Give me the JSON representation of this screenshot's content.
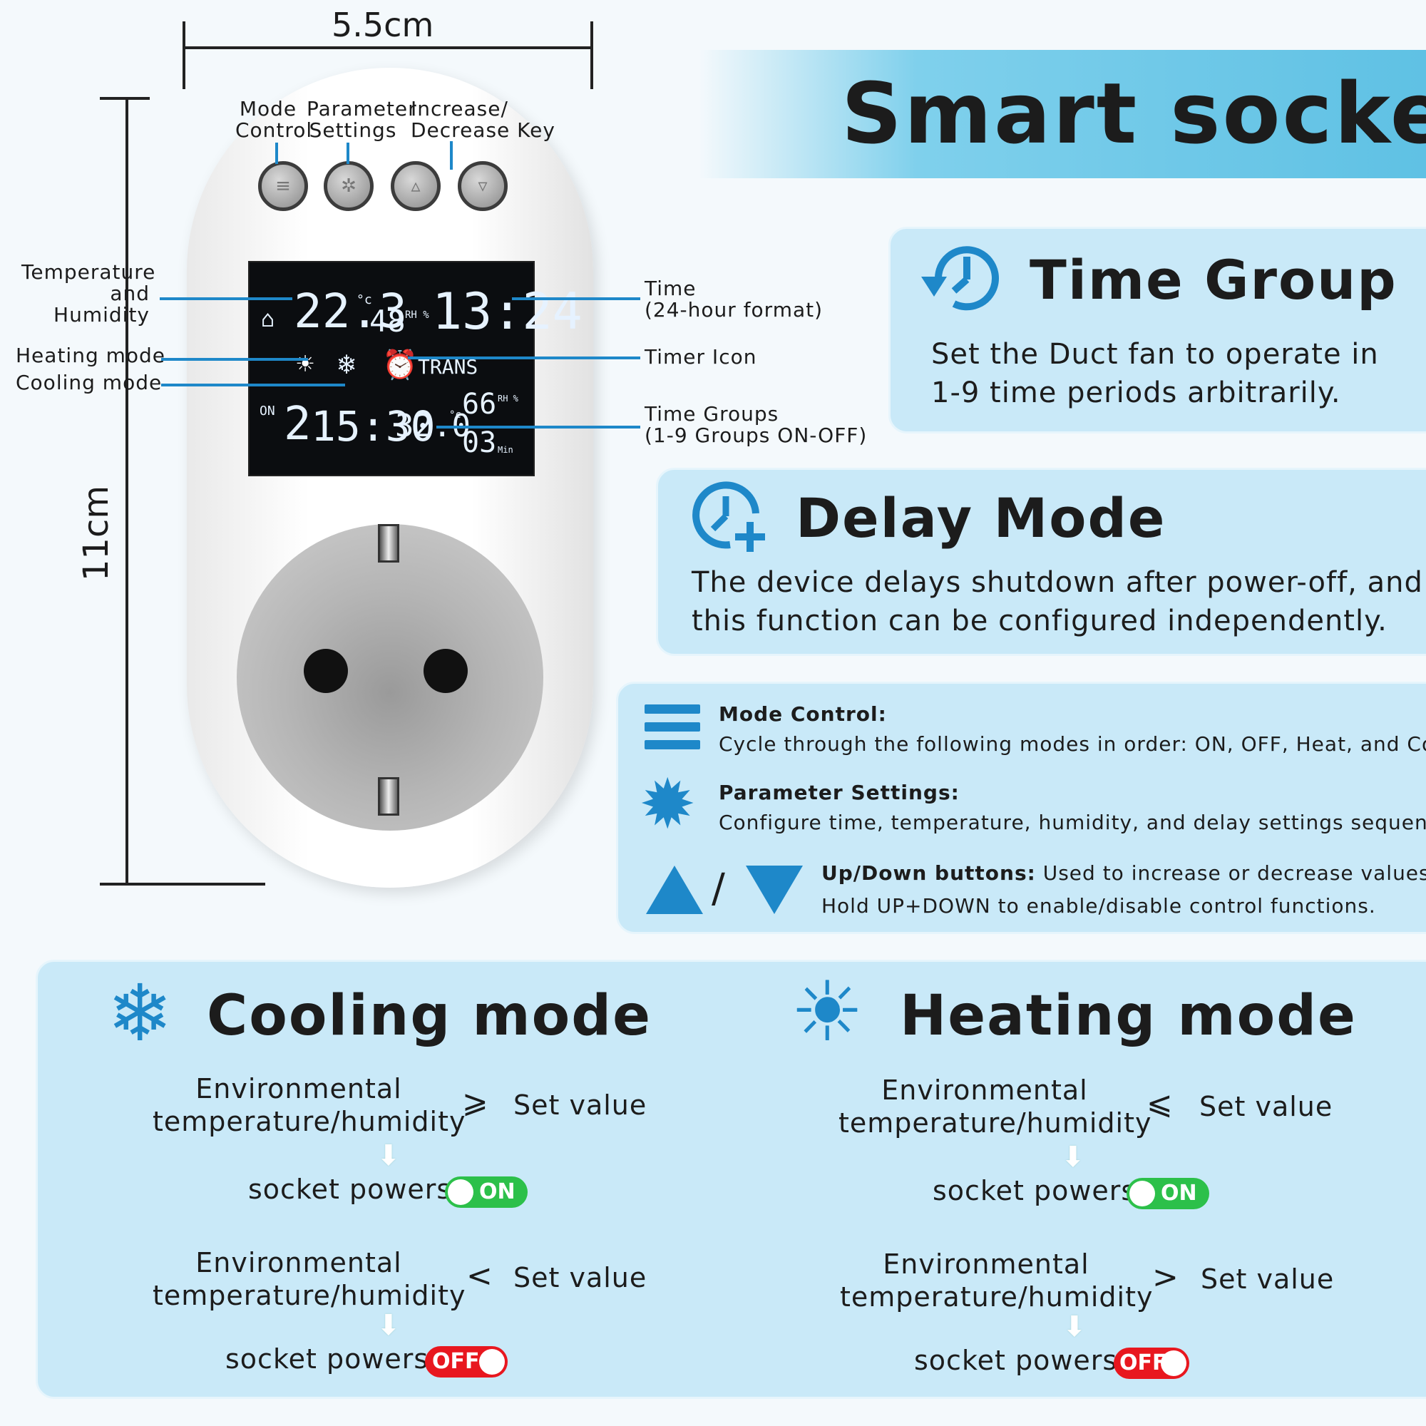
{
  "header": {
    "title": "Smart socket"
  },
  "dimensions": {
    "width": "5.5cm",
    "height": "11cm"
  },
  "buttons": {
    "mode": {
      "label_l1": "Mode",
      "label_l2": "Control"
    },
    "param": {
      "label_l1": "Parameter",
      "label_l2": "Settings"
    },
    "incdec": {
      "label_l1": "Increase/",
      "label_l2": "Decrease Key"
    }
  },
  "callouts": {
    "temp_hum": {
      "l1": "Temperature",
      "l2": "and",
      "l3": "Humidity"
    },
    "heating": "Heating mode",
    "cooling": "Cooling mode",
    "time": {
      "l1": "Time",
      "l2": "(24-hour format)"
    },
    "timer_icon": "Timer Icon",
    "time_groups": {
      "l1": "Time Groups",
      "l2": "(1-9 Groups ON-OFF)"
    }
  },
  "lcd": {
    "temp": "22.3",
    "temp_unit": "°c",
    "humidity": "48",
    "hum_unit": "RH %",
    "time": "13:24",
    "trans": "TRANS",
    "on": "ON",
    "group": "2",
    "group_time": "15:30",
    "set_temp": "32.0",
    "set_temp_unit": "°c",
    "set_hum": "66",
    "set_hum_unit": "RH %",
    "delay": "03",
    "delay_unit": "Min"
  },
  "time_group": {
    "title": "Time Group",
    "text_l1": "Set the Duct fan to operate in",
    "text_l2": "1-9 time periods arbitrarily."
  },
  "delay_mode": {
    "title": "Delay Mode",
    "text_l1": "The device delays shutdown after power-off, and",
    "text_l2": "this function can be configured independently."
  },
  "controls": {
    "mode_control": {
      "title": "Mode Control:",
      "text": "Cycle through the following modes in order: ON, OFF, Heat, and Cool."
    },
    "parameter_settings": {
      "title": "Parameter Settings:",
      "text": "Configure time, temperature, humidity, and delay settings sequentially."
    },
    "updown": {
      "title": "Up/Down buttons:",
      "text1": " Used to increase or decrease values.",
      "text2": "Hold UP+DOWN to enable/disable control functions.",
      "slash": "/"
    }
  },
  "cooling": {
    "title": "Cooling mode",
    "row1": {
      "env_l1": "Environmental",
      "env_l2": "temperature/humidity",
      "rel": "⩾",
      "set": "Set value",
      "result": "socket powers",
      "toggle": "ON"
    },
    "row2": {
      "env_l1": "Environmental",
      "env_l2": "temperature/humidity",
      "rel": "<",
      "set": "Set value",
      "result": "socket powers",
      "toggle": "OFF"
    }
  },
  "heating": {
    "title": "Heating mode",
    "row1": {
      "env_l1": "Environmental",
      "env_l2": "temperature/humidity",
      "rel": "⩽",
      "set": "Set value",
      "result": "socket powers",
      "toggle": "ON"
    },
    "row2": {
      "env_l1": "Environmental",
      "env_l2": "temperature/humidity",
      "rel": ">",
      "set": "Set value",
      "result": "socket powers",
      "toggle": "OFF"
    }
  },
  "colors": {
    "accent": "#1e88c9",
    "panel": "#c9e9f8",
    "on": "#2cc04a",
    "off": "#e8171f"
  }
}
